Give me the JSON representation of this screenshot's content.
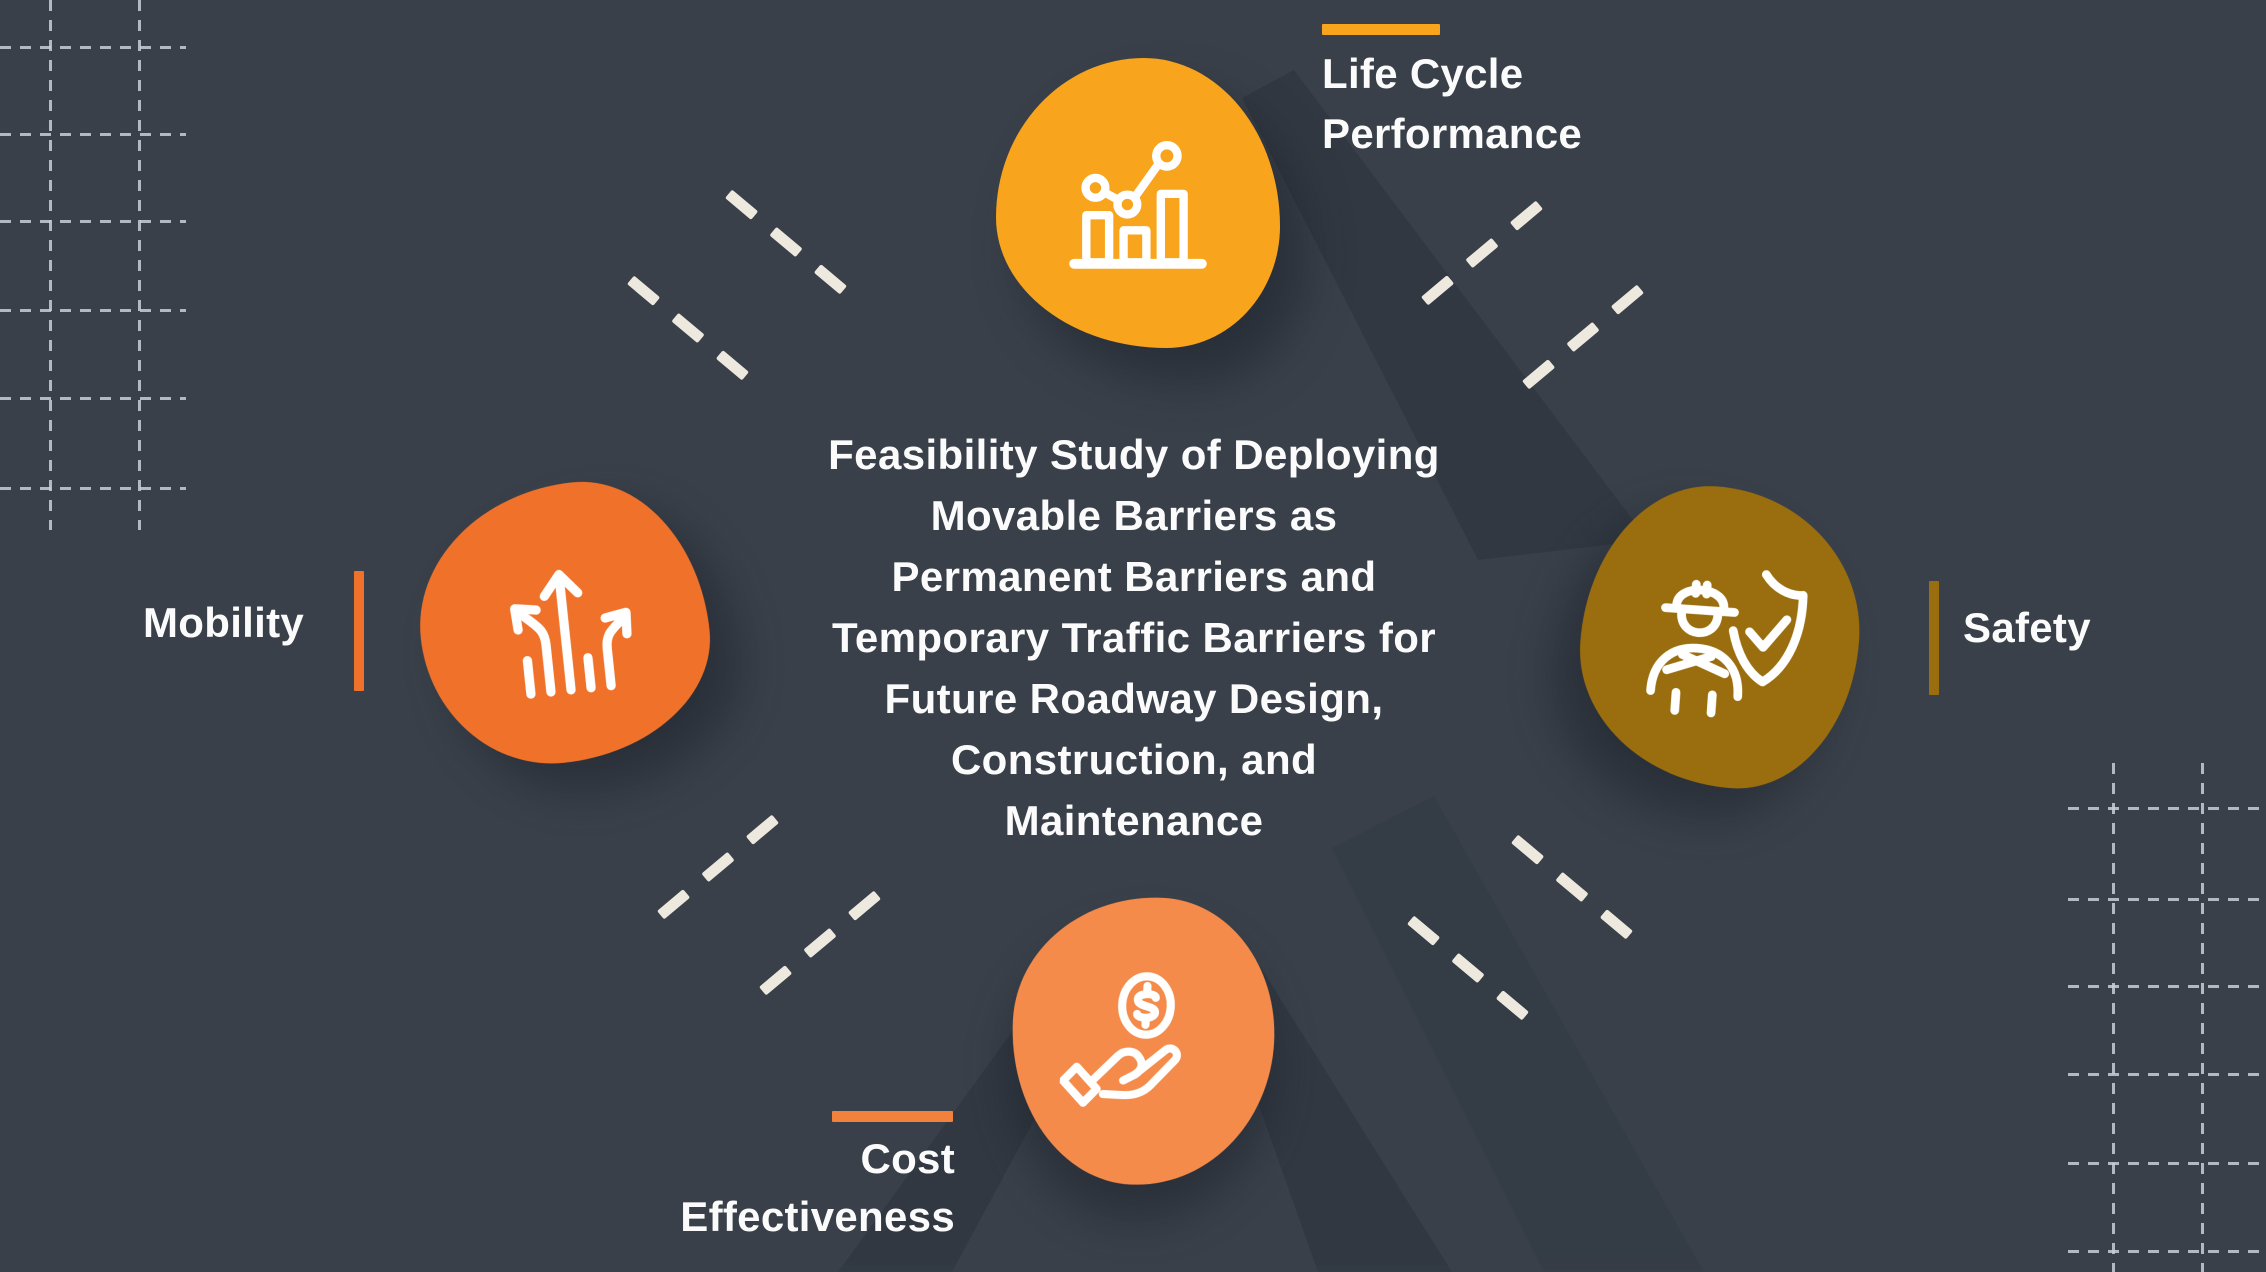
{
  "title": {
    "lines": [
      "Feasibility Study of Deploying",
      "Movable Barriers as",
      "Permanent Barriers and",
      "Temporary Traffic Barriers for",
      "Future Roadway Design,",
      "Construction, and",
      "Maintenance"
    ]
  },
  "nodes": {
    "life_cycle_performance": {
      "label_lines": [
        "Life Cycle",
        "Performance"
      ],
      "blob_color": "#F8A41D",
      "accent_color": "#F8A41D",
      "icon": "bar-chart-trend-icon"
    },
    "mobility": {
      "label": "Mobility",
      "blob_color": "#F0722A",
      "accent_color": "#F0722A",
      "icon": "branching-arrows-icon"
    },
    "safety": {
      "label": "Safety",
      "blob_color": "#9A6E0E",
      "accent_color": "#9A6E0E",
      "icon": "worker-shield-check-icon"
    },
    "cost_effectiveness": {
      "label_lines": [
        "Cost",
        "Effectiveness"
      ],
      "blob_color": "#F58B4B",
      "accent_color": "#F2823B",
      "icon": "hand-coin-dollar-icon"
    }
  },
  "colors": {
    "background": "#394049",
    "text": "#FBFBFB",
    "diagonal_dash": "#EDE9DE",
    "corner_grid": "#C7CED7",
    "icon_stroke": "#FFFFFF"
  }
}
